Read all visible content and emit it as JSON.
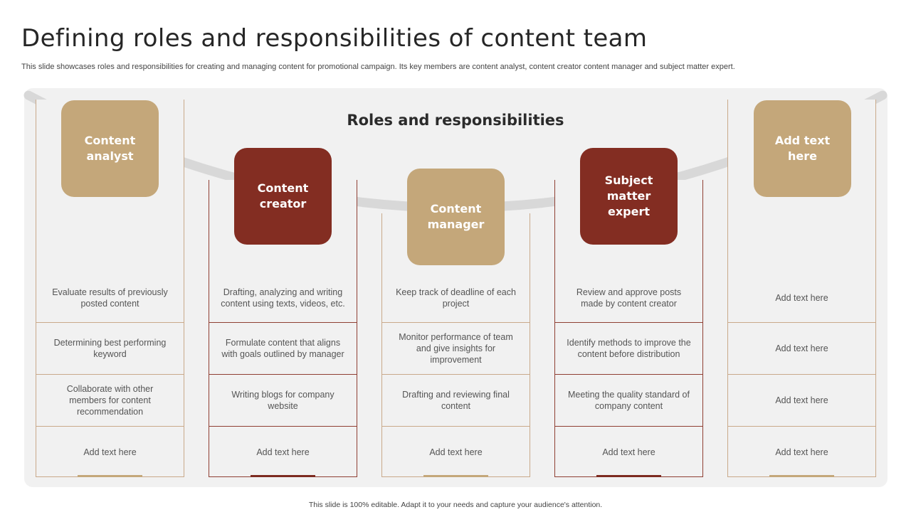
{
  "title": "Defining roles and responsibilities of content team",
  "subtitle": "This slide showcases roles and responsibilities for creating and managing content for promotional campaign. Its key members are content analyst, content creator content manager and subject matter expert.",
  "panel_heading": "Roles and responsibilities",
  "colors": {
    "tan": "#c4a77a",
    "dark_red": "#832d22",
    "panel_bg": "#f1f1f1",
    "arc": "#d8d8d8"
  },
  "roles": [
    {
      "title": "Content analyst",
      "color": "tan",
      "items": [
        "Evaluate results of previously posted content",
        "Determining best performing keyword",
        "Collaborate with other members for content recommendation",
        "Add text here"
      ]
    },
    {
      "title": "Content creator",
      "color": "dark_red",
      "items": [
        "Drafting, analyzing and writing content using texts, videos, etc.",
        "Formulate content that aligns with goals outlined by manager",
        "Writing blogs for company website",
        "Add text here"
      ]
    },
    {
      "title": "Content manager",
      "color": "tan",
      "items": [
        "Keep track of deadline of each project",
        "Monitor performance of team and give insights for improvement",
        "Drafting and reviewing final content",
        "Add text here"
      ]
    },
    {
      "title": "Subject matter expert",
      "color": "dark_red",
      "items": [
        "Review and approve posts made by content creator",
        "Identify methods to improve the content before distribution",
        "Meeting the quality standard of company content",
        "Add text here"
      ]
    },
    {
      "title": "Add text here",
      "color": "tan",
      "items": [
        "Add text here",
        "Add text here",
        "Add text here",
        "Add text here"
      ]
    }
  ],
  "footer": "This slide is 100% editable. Adapt it to your needs and capture your audience's attention."
}
